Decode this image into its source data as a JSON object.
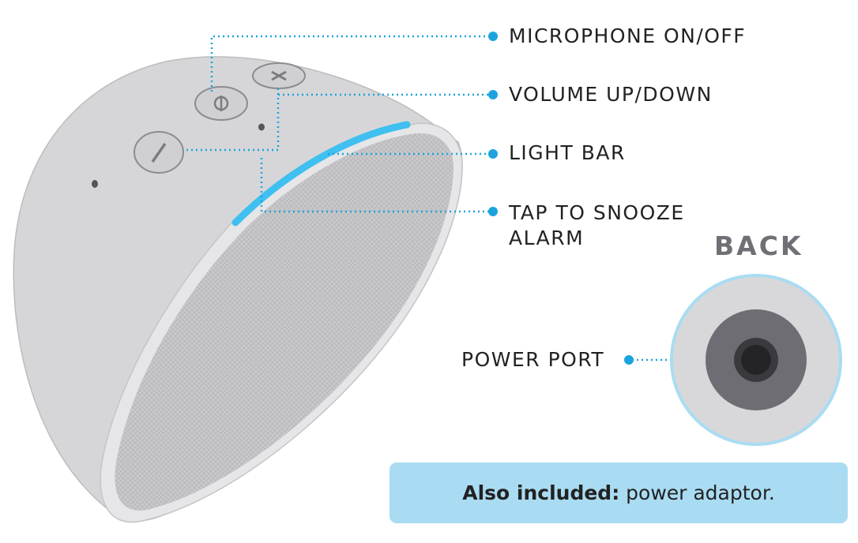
{
  "callouts": {
    "microphone": "MICROPHONE ON/OFF",
    "volume": "VOLUME UP/DOWN",
    "light_bar": "LIGHT BAR",
    "snooze": "TAP TO SNOOZE ALARM",
    "power_port": "POWER PORT"
  },
  "back_view": {
    "title": "BACK"
  },
  "note": {
    "bold": "Also included:",
    "text": " power adaptor."
  },
  "colors": {
    "accent_blue": "#1ca3de",
    "light_bar": "#3fc0f0",
    "device_body": "#d5d5d7",
    "fabric": "#c9c9cb",
    "port_ring": "#6d6d73",
    "note_bg": "#a9dcf2"
  }
}
